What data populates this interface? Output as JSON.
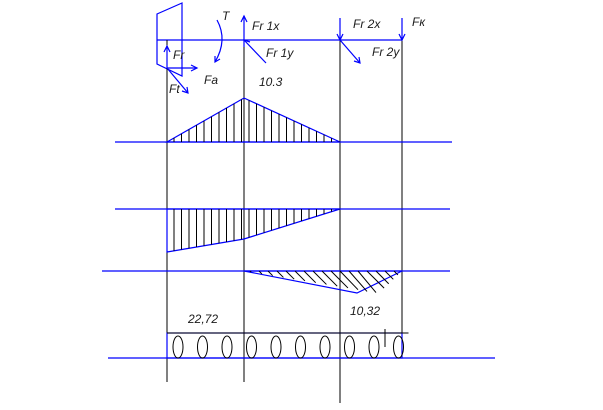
{
  "title": "Shaft loading and bending/torque moment diagrams",
  "colors": {
    "force_lines": "#0000ff",
    "construction_lines": "#000000"
  },
  "force_labels": {
    "torque": "T",
    "fr1x": "Fr 1x",
    "fr2x": "Fr 2x",
    "fk": "Fк",
    "fr1y": "Fr 1y",
    "fr2y": "Fr 2y",
    "fr": "Fr",
    "fa": "Fa",
    "ft": "Ft"
  },
  "values": {
    "moment_vertical_peak": "10.3",
    "torque_value": "22,72",
    "moment_horizontal_peak": "10,32"
  }
}
